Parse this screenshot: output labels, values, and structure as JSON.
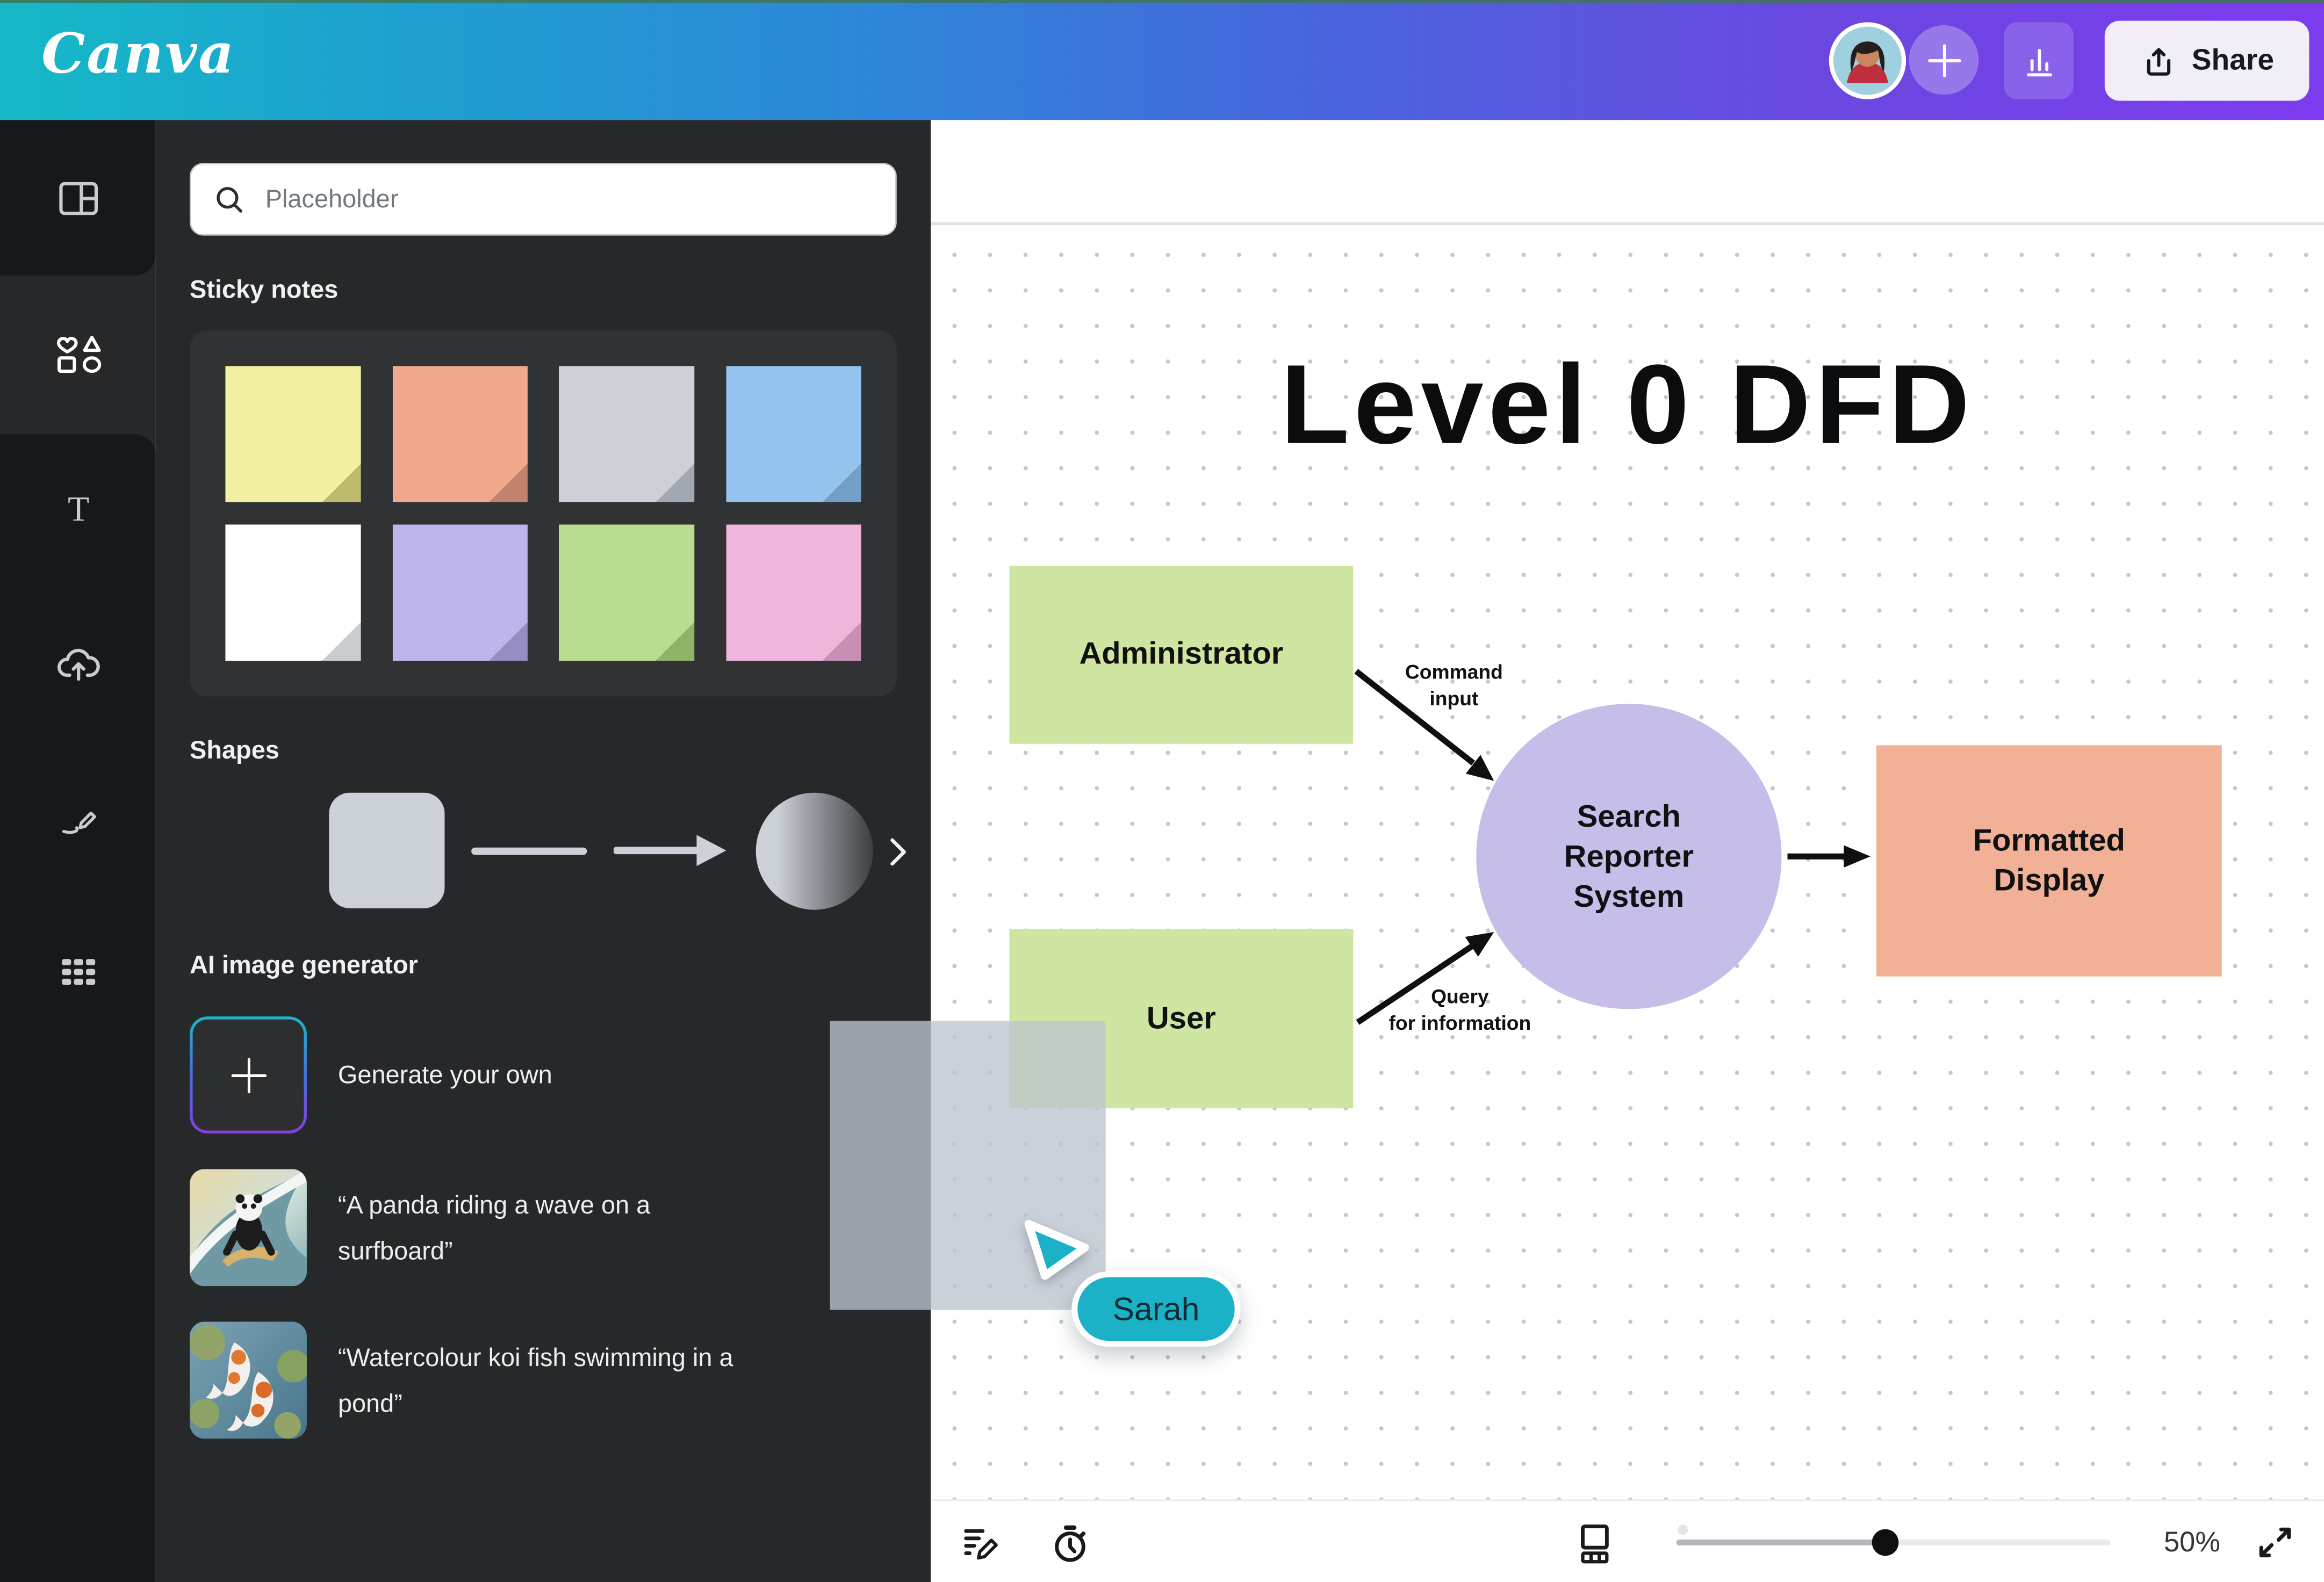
{
  "topbar": {
    "logo": "Canva",
    "share_label": "Share",
    "gradient": [
      "#15b9c7",
      "#2e86d8",
      "#7d3bee"
    ]
  },
  "sidebar": {
    "items": [
      {
        "name": "design"
      },
      {
        "name": "elements",
        "active": true
      },
      {
        "name": "text"
      },
      {
        "name": "uploads"
      },
      {
        "name": "draw"
      },
      {
        "name": "apps"
      }
    ]
  },
  "panel": {
    "search_placeholder": "Placeholder",
    "sticky_notes_title": "Sticky notes",
    "notes": [
      {
        "name": "yellow",
        "base": "#f3f0a2",
        "fold": "#bdba6c"
      },
      {
        "name": "salmon",
        "base": "#f0a98e",
        "fold": "#c2836e"
      },
      {
        "name": "gray",
        "base": "#cdd0d6",
        "fold": "#a2a8b2"
      },
      {
        "name": "blue",
        "base": "#93c4ed",
        "fold": "#739fc6"
      },
      {
        "name": "white",
        "base": "#ffffff",
        "fold": "#c9cdd2"
      },
      {
        "name": "purple",
        "base": "#bdb4e9",
        "fold": "#968dc2"
      },
      {
        "name": "green",
        "base": "#b9dc90",
        "fold": "#90b368"
      },
      {
        "name": "pink",
        "base": "#f0b5da",
        "fold": "#c78fb3"
      }
    ],
    "shapes_title": "Shapes",
    "ai_title": "AI image generator",
    "generate_label": "Generate your own",
    "prompts": [
      {
        "text": "“A panda riding a wave on a\nsurfboard”"
      },
      {
        "text": "“Watercolour koi fish swimming in a\npond”"
      }
    ]
  },
  "canvas": {
    "title": "Level 0 DFD",
    "nodes": [
      {
        "label": "Administrator",
        "color": "#cfe6a2"
      },
      {
        "label": "User",
        "color": "#cfe6a2"
      },
      {
        "label": "Search\nReporter\nSystem",
        "color": "#c7bde9"
      },
      {
        "label": "Formatted\nDisplay",
        "color": "#f2b096"
      }
    ],
    "edges": [
      {
        "label": "Command\ninput"
      },
      {
        "label": "Query\nfor information"
      }
    ],
    "cursor": {
      "name": "Sarah",
      "color": "#1bb1c7"
    }
  },
  "bottombar": {
    "zoom_label": "50%"
  },
  "icons": {
    "search-icon": "magnifier",
    "design-icon": "split-panels",
    "elements-icon": "heart-square-triangle-ellipse",
    "text-icon": "serif-T",
    "uploads-icon": "cloud-upload",
    "draw-icon": "pen-squiggle",
    "apps-icon": "grid-3x3",
    "plus-icon": "+",
    "chart-icon": "bar-chart",
    "share-icon": "upload-tray",
    "notes-icon": "lines-with-pencil",
    "timer-icon": "stopwatch",
    "pages-icon": "page-with-strip",
    "expand-icon": "diagonal-arrows",
    "chevron-right-icon": "›"
  }
}
